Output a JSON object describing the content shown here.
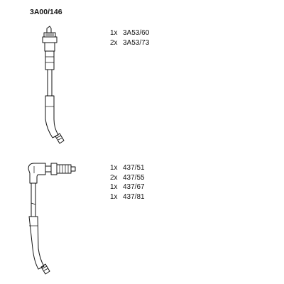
{
  "title": "3A00/146",
  "groups": [
    {
      "parts": [
        {
          "qty": "1x",
          "code": "3A53/60"
        },
        {
          "qty": "2x",
          "code": "3A53/73"
        }
      ]
    },
    {
      "parts": [
        {
          "qty": "1x",
          "code": "437/51"
        },
        {
          "qty": "2x",
          "code": "437/55"
        },
        {
          "qty": "1x",
          "code": "437/67"
        },
        {
          "qty": "1x",
          "code": "437/81"
        }
      ]
    }
  ],
  "colors": {
    "line": "#111111",
    "background": "#ffffff"
  }
}
